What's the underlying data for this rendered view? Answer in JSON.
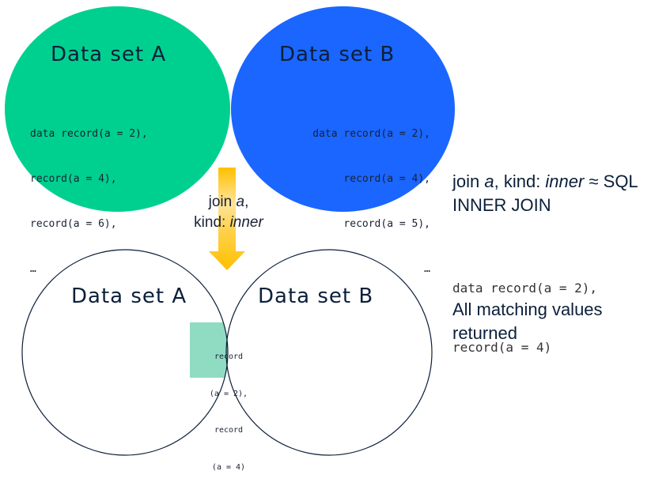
{
  "top_left": {
    "title": "Data set A",
    "lines": [
      "data record(a = 2),",
      "record(a = 4),",
      "record(a = 6),",
      "…"
    ],
    "color": "#00d08f"
  },
  "top_right": {
    "title": "Data set B",
    "lines": [
      "data record(a = 2),",
      "record(a = 4),",
      "record(a = 5),",
      "…"
    ],
    "color": "#1a66ff"
  },
  "arrow": {
    "line1_prefix": "join ",
    "line1_var": "a",
    "line1_suffix": ",",
    "line2_prefix": "kind: ",
    "line2_var": "inner",
    "color": "#ffc000"
  },
  "bottom": {
    "left_title": "Data set A",
    "right_title": "Data set B",
    "overlap_lines": [
      "record",
      "(a = 2),",
      "record",
      "(a = 4)"
    ],
    "overlap_color": "#0aa876",
    "overlap_band_color": "#8fdcc2"
  },
  "side": {
    "heading_prefix": "join ",
    "heading_var": "a",
    "heading_mid": ", kind: ",
    "heading_kind": "inner",
    "heading_suffix": " ≈ SQL",
    "heading_line2": "INNER JOIN",
    "result_line1": "data record(a = 2),",
    "result_line2": "record(a = 4)",
    "note_line1": "All matching values",
    "note_line2": "returned"
  }
}
